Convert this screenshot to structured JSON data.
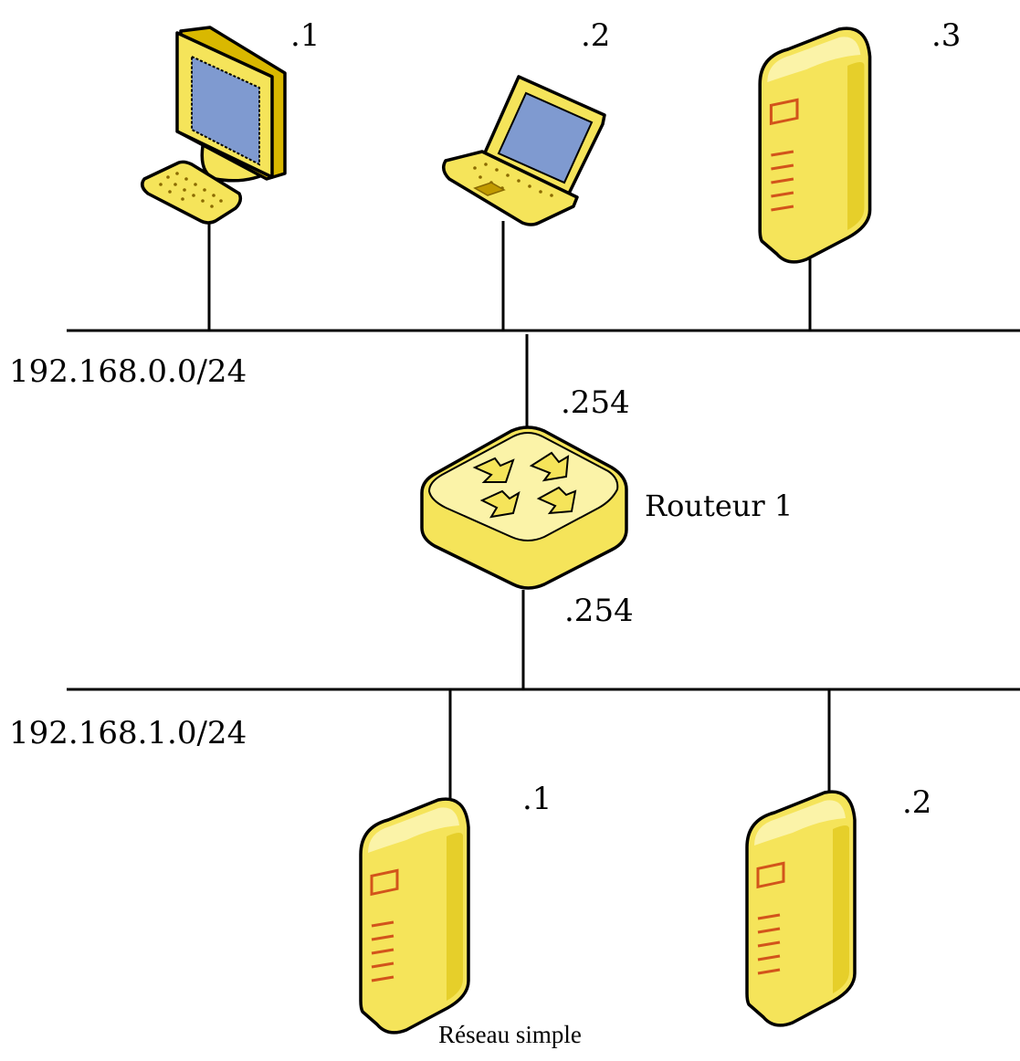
{
  "colors": {
    "device_fill": "#f5e45a",
    "device_shade": "#d9b800",
    "screen": "#7f9ad0",
    "server_mark": "#d2541b"
  },
  "networks": [
    {
      "label": "192.168.0.0/24",
      "hosts": [
        {
          "icon": "desktop-computer-icon",
          "label": ".1"
        },
        {
          "icon": "laptop-icon",
          "label": ".2"
        },
        {
          "icon": "server-icon",
          "label": ".3"
        }
      ]
    },
    {
      "label": "192.168.1.0/24",
      "hosts": [
        {
          "icon": "server-icon",
          "label": ".1"
        },
        {
          "icon": "server-icon",
          "label": ".2"
        }
      ]
    }
  ],
  "router": {
    "icon": "router-icon",
    "name": "Routeur 1",
    "upper_interface": ".254",
    "lower_interface": ".254"
  },
  "caption": "Réseau simple"
}
